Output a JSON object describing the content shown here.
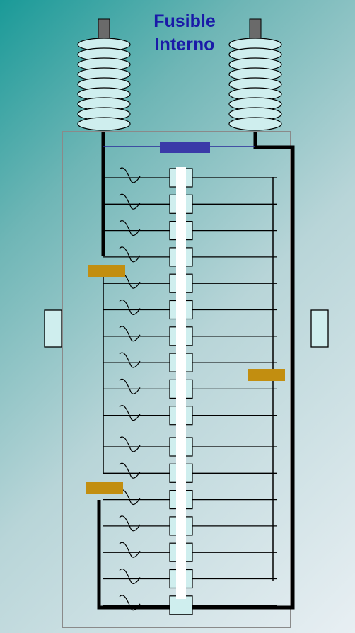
{
  "title_line1": "Fusible",
  "title_line2": "Interno",
  "colors": {
    "bushing_fill": "#cfeeee",
    "bushing_stroke": "#000000",
    "terminal_fill": "#6a6a6a",
    "tank_stroke": "#8a8a8a",
    "fuse_strip": "#ffffff",
    "discharge_resistor": "#3a3aa8",
    "section_fuse": "#c28e10",
    "wire": "#000000"
  },
  "element_count": 17
}
